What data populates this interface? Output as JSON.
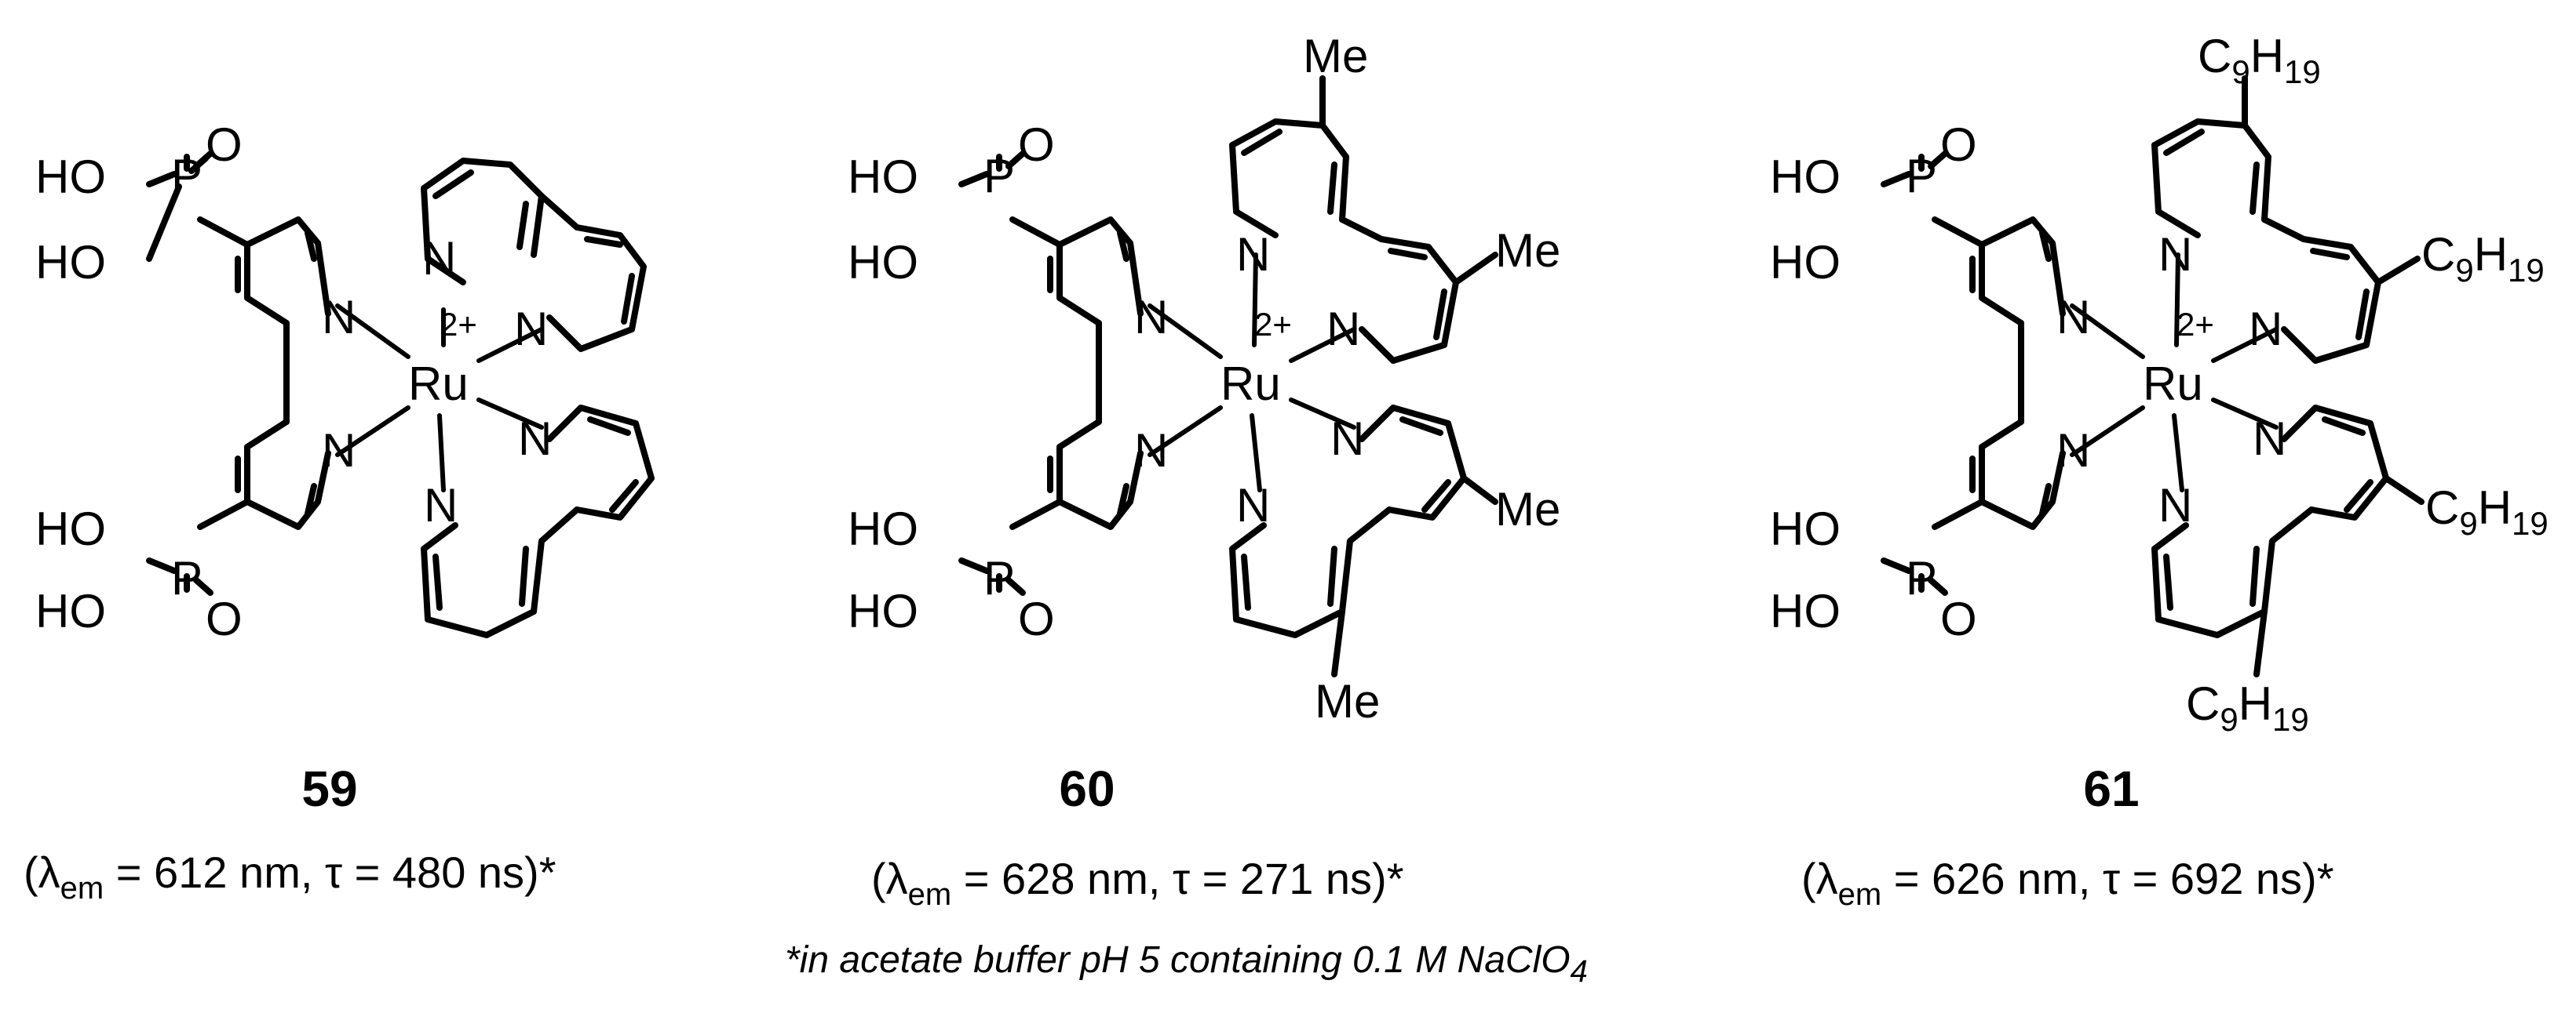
{
  "compounds": [
    {
      "id": "59",
      "substituent": "",
      "charge": "2+",
      "metal": "Ru",
      "caption": {
        "lambda_symbol": "λ",
        "lambda_sub": "em",
        "lambda_value": " = 612 nm, ",
        "tau_symbol": "τ",
        "tau_value": " = 480 ns)*"
      }
    },
    {
      "id": "60",
      "substituent": "Me",
      "charge": "2+",
      "metal": "Ru",
      "caption": {
        "lambda_symbol": "λ",
        "lambda_sub": "em",
        "lambda_value": " = 628 nm, ",
        "tau_symbol": "τ",
        "tau_value": " = 271 ns)*"
      }
    },
    {
      "id": "61",
      "substituent": "C9H19",
      "charge": "2+",
      "metal": "Ru",
      "caption": {
        "lambda_symbol": "λ",
        "lambda_sub": "em",
        "lambda_value": " = 626 nm, ",
        "tau_symbol": "τ",
        "tau_value": " = 692 ns)*"
      }
    }
  ],
  "labels": {
    "ho": "HO",
    "p": "P",
    "o": "O",
    "n": "N",
    "open_paren": "(",
    "nonyl": {
      "c": "C",
      "c_sub": "9",
      "h": "H",
      "h_sub": "19"
    }
  },
  "footnote": {
    "prefix": "*in acetate buffer pH 5 containing 0.1 M NaClO",
    "sub": "4"
  }
}
